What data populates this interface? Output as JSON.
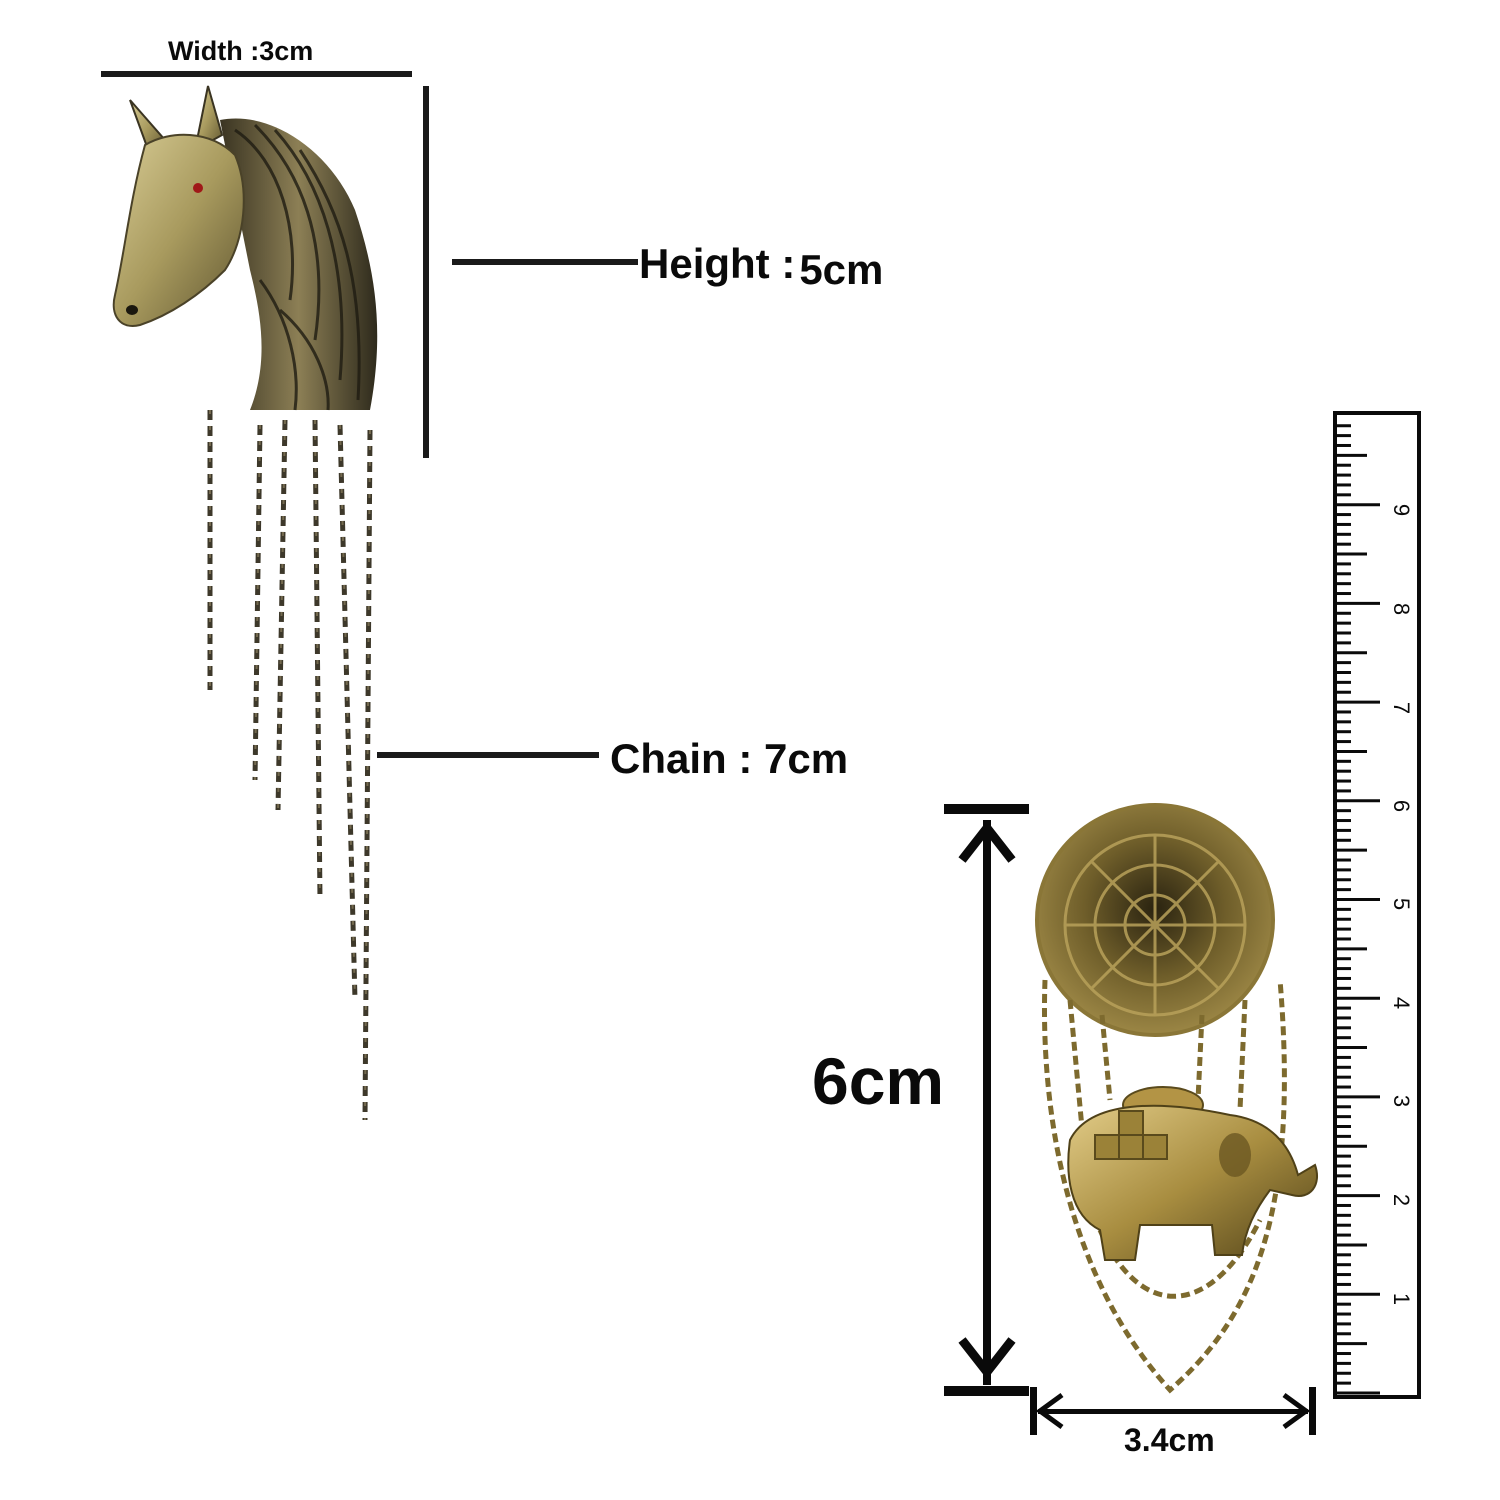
{
  "horse_brooch": {
    "width_label": "Width :3cm",
    "height_label_prefix": "Height :",
    "height_label_value": "5cm",
    "chain_label": "Chain : 7cm",
    "metal_color": "#8a7a45",
    "highlight_color": "#cdbd80",
    "dark_color": "#2e2a1c",
    "eye_color": "#a01818"
  },
  "elephant_brooch": {
    "height_label": "6cm",
    "width_label": "3.4cm",
    "metal_color": "#7d6a2e",
    "highlight_color": "#c9ad5c"
  },
  "ruler": {
    "unit": "cm",
    "labels": [
      "1",
      "2",
      "3",
      "4",
      "5",
      "6",
      "7",
      "8",
      "9"
    ]
  }
}
